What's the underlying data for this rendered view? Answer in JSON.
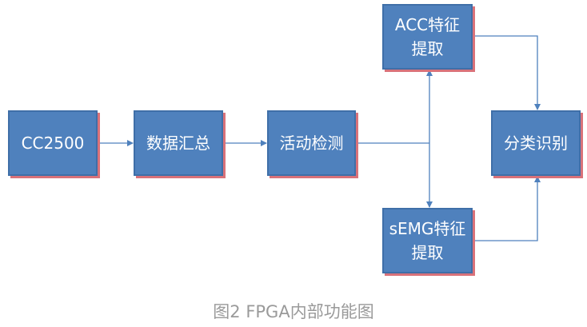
{
  "nodes": {
    "cc2500": "CC2500",
    "aggregate": "数据汇总",
    "activity": "活动检测",
    "acc": "ACC特征\n提取",
    "semg": "sEMG特征\n提取",
    "classify": "分类识别"
  },
  "caption": "图2 FPGA内部功能图",
  "colors": {
    "box_fill": "#4f81bd",
    "box_shadow": "#d9727a",
    "connector": "#4f81bd"
  }
}
